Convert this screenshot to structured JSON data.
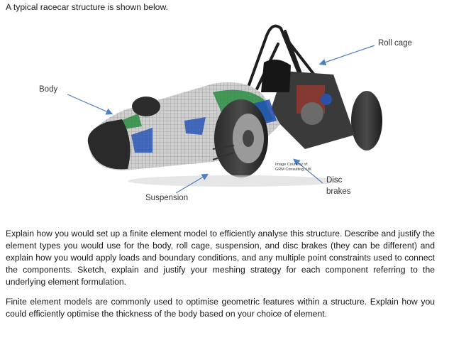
{
  "intro": "A typical racecar structure is shown below.",
  "figure": {
    "labels": {
      "roll_cage": "Roll cage",
      "body": "Body",
      "disc_brakes_line1": "Disc",
      "disc_brakes_line2": "brakes",
      "suspension": "Suspension"
    },
    "courtesy_line1": "Image Courtesy of:",
    "courtesy_line2": "GRM Consulting, UK",
    "colors": {
      "arrow": "#4f7fc4",
      "mesh_green": "#1f8a3a",
      "mesh_blue": "#1f4fb4"
    }
  },
  "paragraphs": {
    "p1": "Explain how you would set up a finite element model to efficiently analyse this structure. Describe and justify the element types you would use for the body, roll cage, suspension, and disc brakes (they can be different) and explain how you would apply loads and boundary conditions, and any multiple point constraints used to connect the components. Sketch, explain and justify your meshing strategy for each component referring to the underlying element formulation.",
    "p2": "Finite element models are commonly used to optimise geometric features within a structure. Explain how you could efficiently optimise the thickness of the body based on your choice of element."
  }
}
